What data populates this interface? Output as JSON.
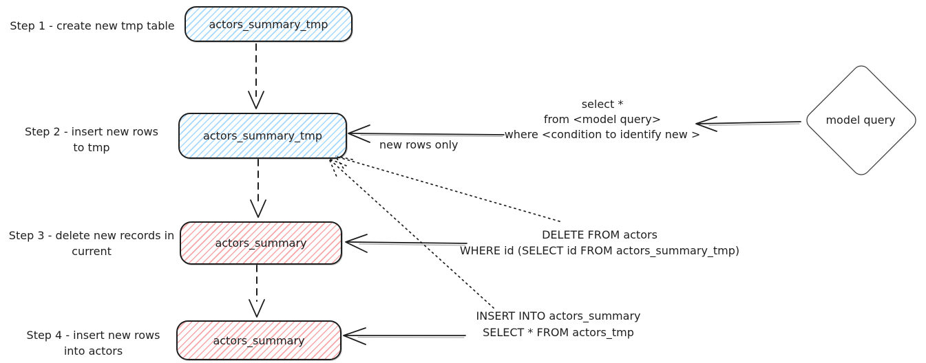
{
  "colors": {
    "stroke": "#1e1e1e",
    "blue_hatch": "#a5d8ff",
    "red_hatch": "#f7a6a6",
    "paper": "#ffffff"
  },
  "step_labels": {
    "step1": [
      "Step 1 - create new tmp table"
    ],
    "step2": [
      "Step 2 - insert new rows",
      "to tmp"
    ],
    "step3": [
      "Step 3 - delete new records in",
      "current"
    ],
    "step4": [
      "Step 4 - insert new rows",
      "into actors"
    ]
  },
  "nodes": {
    "box1": {
      "label": "actors_summary_tmp",
      "color": "blue"
    },
    "box2": {
      "label": "actors_summary_tmp",
      "color": "blue"
    },
    "box3": {
      "label": "actors_summary",
      "color": "red"
    },
    "box4": {
      "label": "actors_summary",
      "color": "red"
    },
    "diamond": {
      "label": "model query"
    }
  },
  "annotations": {
    "model_query_sql": [
      "select *",
      "from <model query>",
      "where <condition to identify new >"
    ],
    "new_rows_only": "new rows only",
    "delete_sql": [
      "DELETE FROM actors",
      "WHERE id (SELECT id FROM actors_summary_tmp)"
    ],
    "insert_sql": [
      "INSERT INTO actors_summary",
      "SELECT * FROM actors_tmp"
    ]
  }
}
